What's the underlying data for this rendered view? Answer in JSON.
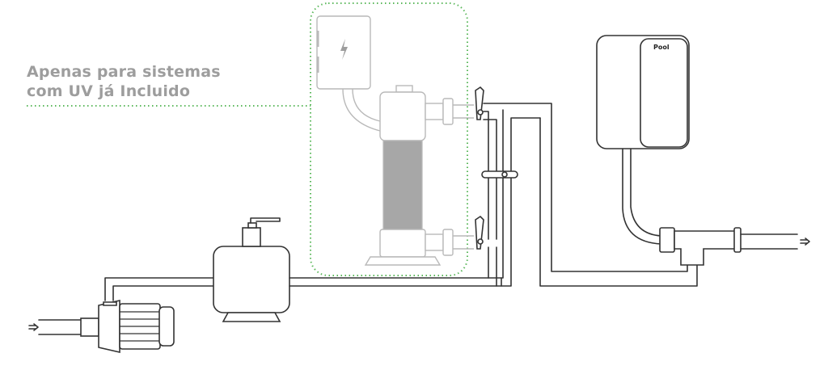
{
  "note": {
    "line1": "Apenas para sistemas",
    "line2": "com UV já Incluido",
    "color": "#9d9d9d",
    "border_color": "#5cb85c"
  },
  "device": {
    "logo": "Pool"
  },
  "icons": {
    "power": "lightning-bolt-icon",
    "inlet": "arrow-right-icon",
    "outlet": "arrow-right-icon"
  }
}
